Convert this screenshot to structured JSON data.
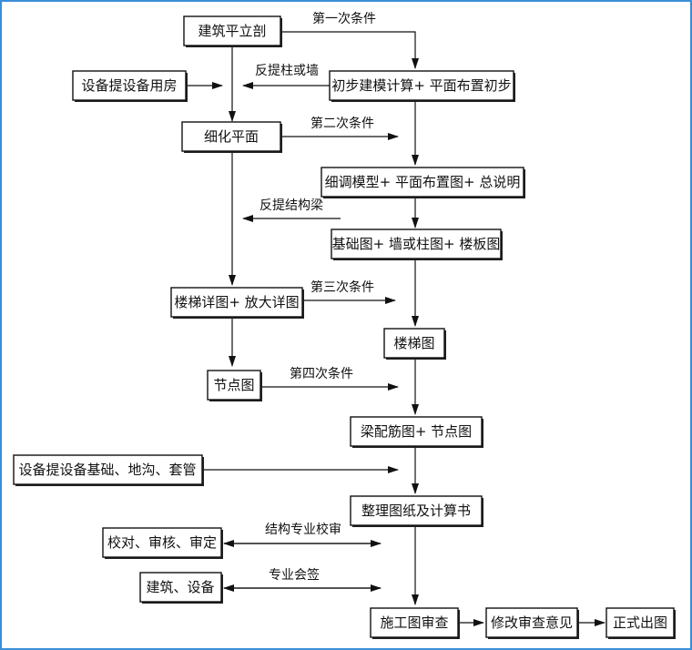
{
  "boxes": {
    "architecture_plan": "建筑平立剖",
    "equipment_rooms": "设备提设备用房",
    "preliminary_model": "初步建模计算+ 平面布置初步",
    "refined_plan": "细化平面",
    "refined_model": "细调模型+ 平面布置图+ 总说明",
    "foundation_drawings": "基础图+ 墙或柱图+ 楼板图",
    "stair_detail": "楼梯详图+ 放大详图",
    "stair_drawing": "楼梯图",
    "node_drawing": "节点图",
    "beam_drawings": "梁配筋图+ 节点图",
    "equipment_foundation": "设备提设备基础、地沟、套管",
    "organize_drawings": "整理图纸及计算书",
    "check_review": "校对、审核、审定",
    "arch_equipment": "建筑、设备",
    "construction_review": "施工图审查",
    "revise_comments": "修改审查意见",
    "final_drawings": "正式出图"
  },
  "labels": {
    "first_condition": "第一次条件",
    "reverse_column_wall": "反提柱或墙",
    "second_condition": "第二次条件",
    "reverse_beam": "反提结构梁",
    "third_condition": "第三次条件",
    "fourth_condition": "第四次条件",
    "structure_review": "结构专业校审",
    "joint_signoff": "专业会签"
  }
}
